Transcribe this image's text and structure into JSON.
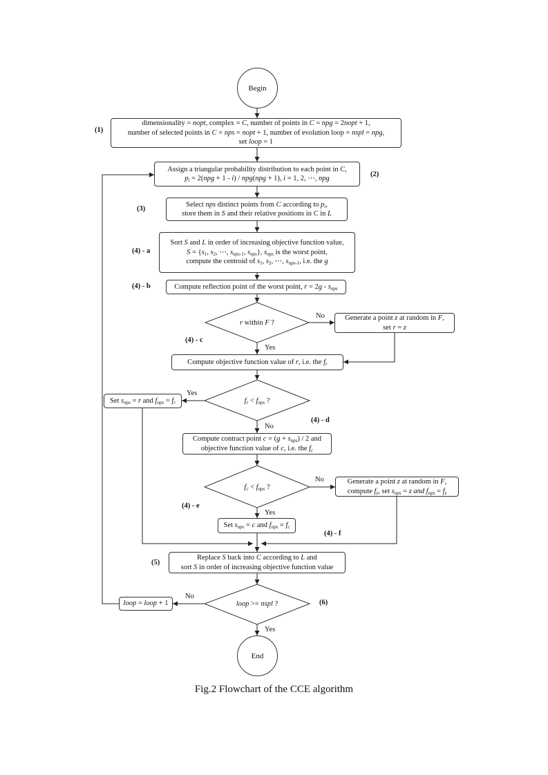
{
  "begin_label": "Begin",
  "end_label": "End",
  "step_labels": {
    "s1": "(1)",
    "s2": "(2)",
    "s3": "(3)",
    "s4a": "(4) - a",
    "s4b": "(4) - b",
    "s4c": "(4) - c",
    "s4d": "(4) - d",
    "s4e": "(4) - e",
    "s4f": "(4) - f",
    "s5": "(5)",
    "s6": "(6)"
  },
  "boxes": {
    "init": {
      "line1": "dimensionality = nopt, complex = C, number of points in C = npg = 2nopt + 1,",
      "line2": "number of selected points in C = nps = nopt + 1, number of evolution loop = nspl = npg,",
      "line3": "set loop = 1"
    },
    "assign": {
      "line1": "Assign a triangular probability distribution to each point in C,",
      "line2": "pi = 2(npg + 1 - i) / npg(npg + 1), i = 1, 2, ⋯, npg"
    },
    "select": {
      "line1": "Select nps distinct points from C according to pi,",
      "line2": "store them in S and their relative positions in C in L"
    },
    "sort": {
      "line1": "Sort S and L in order of increasing objective function value,",
      "line2": "S = {s1, s2, ⋯, snps-1, snps}, snps is the worst point,",
      "line3": "compute the centroid of s1, s2, ⋯, snps-1, i.e. the g"
    },
    "reflect": {
      "line1": "Compute reflection point of the worst point, r = 2g - snps"
    },
    "generate1": {
      "line1": "Generate a point z at random in F,",
      "line2": "set r = z"
    },
    "objective": {
      "line1": "Compute objective function value of r, i.e. the fr"
    },
    "set_r": {
      "line1": "Set snps = r and fnps = fr"
    },
    "contract": {
      "line1": "Compute contract point c = (g + snps) / 2 and",
      "line2": "objective function value of c, i.e. the fc"
    },
    "generate2": {
      "line1": "Generate a point z at random in F,",
      "line2": "compute fz, set snps = z and fnps = fz"
    },
    "set_c": {
      "line1": "Set snps = c and fnps = fc"
    },
    "replace": {
      "line1": "Replace S back into C according to L and",
      "line2": "sort S in order of increasing objective function value"
    },
    "loop_inc": {
      "line1": "loop = loop + 1"
    }
  },
  "decisions": {
    "within_f": "r within F ?",
    "fr_less": "fr < fnps ?",
    "fc_less": "fc < fnps ?",
    "loop_check": "loop >= nspl ?"
  },
  "branch_labels": {
    "d1_no": "No",
    "d1_yes": "Yes",
    "d2_yes": "Yes",
    "d2_no": "No",
    "d3_no": "No",
    "d3_yes": "Yes",
    "d4_no": "No",
    "d4_yes": "Yes"
  },
  "caption": "Fig.2 Flowchart of the CCE algorithm"
}
